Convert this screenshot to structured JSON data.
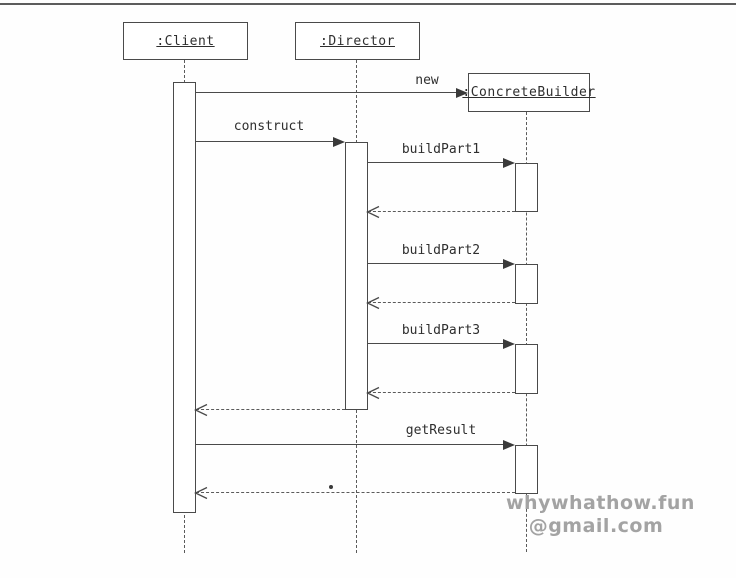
{
  "diagram": {
    "type": "uml-sequence",
    "objects": [
      {
        "name": ":Client"
      },
      {
        "name": ":Director"
      },
      {
        "name": ":ConcreteBuilder"
      }
    ],
    "messages": [
      {
        "label": "new",
        "from": ":Client",
        "to": ":ConcreteBuilder",
        "kind": "create"
      },
      {
        "label": "construct",
        "from": ":Client",
        "to": ":Director",
        "kind": "call"
      },
      {
        "label": "buildPart1",
        "from": ":Director",
        "to": ":ConcreteBuilder",
        "kind": "call"
      },
      {
        "label": "buildPart2",
        "from": ":Director",
        "to": ":ConcreteBuilder",
        "kind": "call"
      },
      {
        "label": "buildPart3",
        "from": ":Director",
        "to": ":ConcreteBuilder",
        "kind": "call"
      },
      {
        "label": "getResult",
        "from": ":Client",
        "to": ":ConcreteBuilder",
        "kind": "call"
      }
    ],
    "returns": [
      {
        "from": ":ConcreteBuilder",
        "to": ":Director"
      },
      {
        "from": ":ConcreteBuilder",
        "to": ":Director"
      },
      {
        "from": ":ConcreteBuilder",
        "to": ":Director"
      },
      {
        "from": ":Director",
        "to": ":Client"
      },
      {
        "from": ":ConcreteBuilder",
        "to": ":Client"
      }
    ]
  },
  "watermark": {
    "site": "whywhathow.fun",
    "email": "@gmail.com"
  },
  "colors": {
    "line": "#4a4a4a",
    "text": "#2e2e2e",
    "watermark": "#a3a3a3",
    "background": "#fefefe"
  }
}
